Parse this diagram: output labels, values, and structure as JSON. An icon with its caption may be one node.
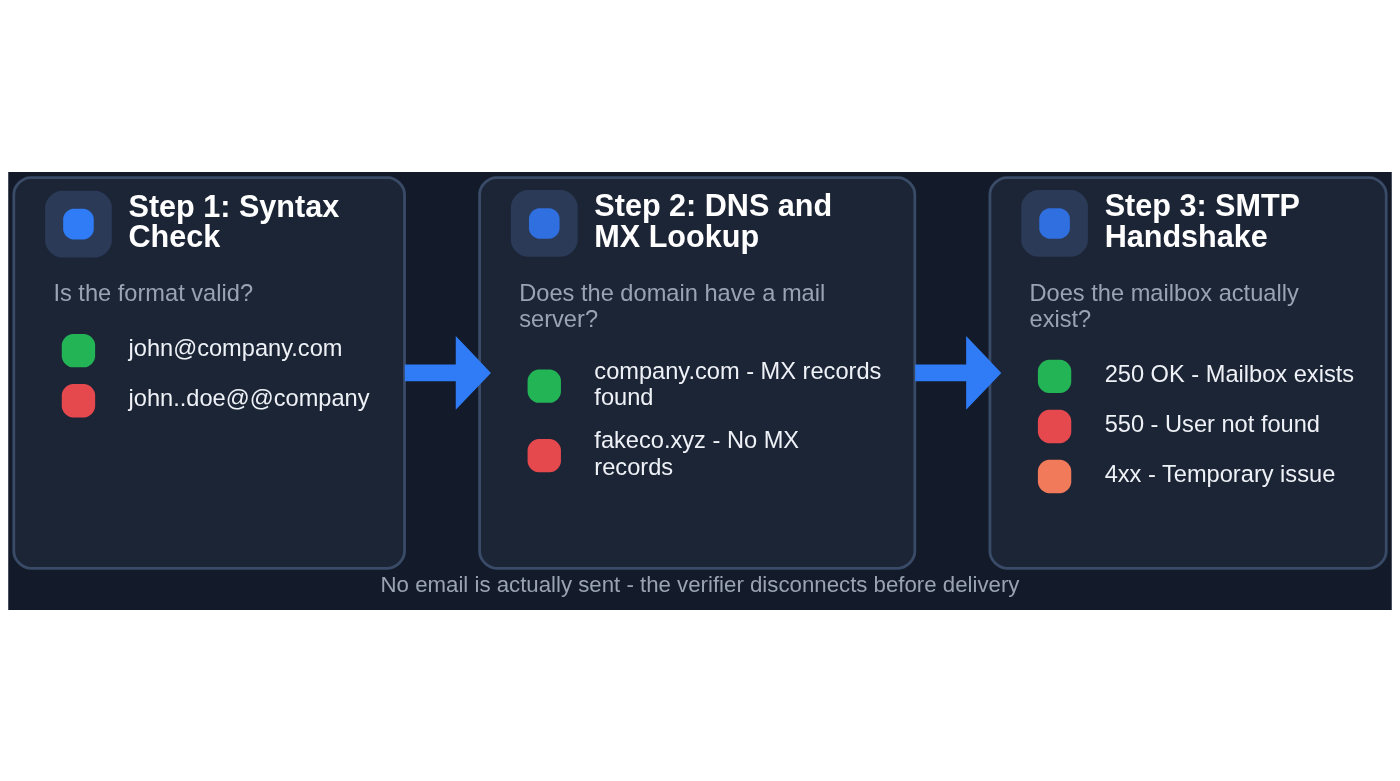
{
  "diagram": {
    "caption": "No email is actually sent - the verifier disconnects before delivery",
    "nodes": [
      {
        "text": [
          "Step 1: Syntax Check",
          "Is the format valid?",
          "john@company.com",
          "john..doe@@company"
        ]
      },
      {
        "text": [
          "Step 2: DNS and MX Lookup",
          "Does the domain have a mail server?",
          "company.com - MX records found",
          "fakeco.xyz - No MX records"
        ]
      },
      {
        "text": [
          "Step 3: SMTP Handshake",
          "Does the mailbox actually exist?",
          "250 OK - Mailbox exists",
          "550 - User not found",
          "4xx - Temporary issue"
        ]
      }
    ],
    "edges": [
      {
        "from": 0,
        "to": 1,
        "arrow": "to"
      },
      {
        "from": 1,
        "to": 2,
        "arrow": "to"
      }
    ]
  }
}
